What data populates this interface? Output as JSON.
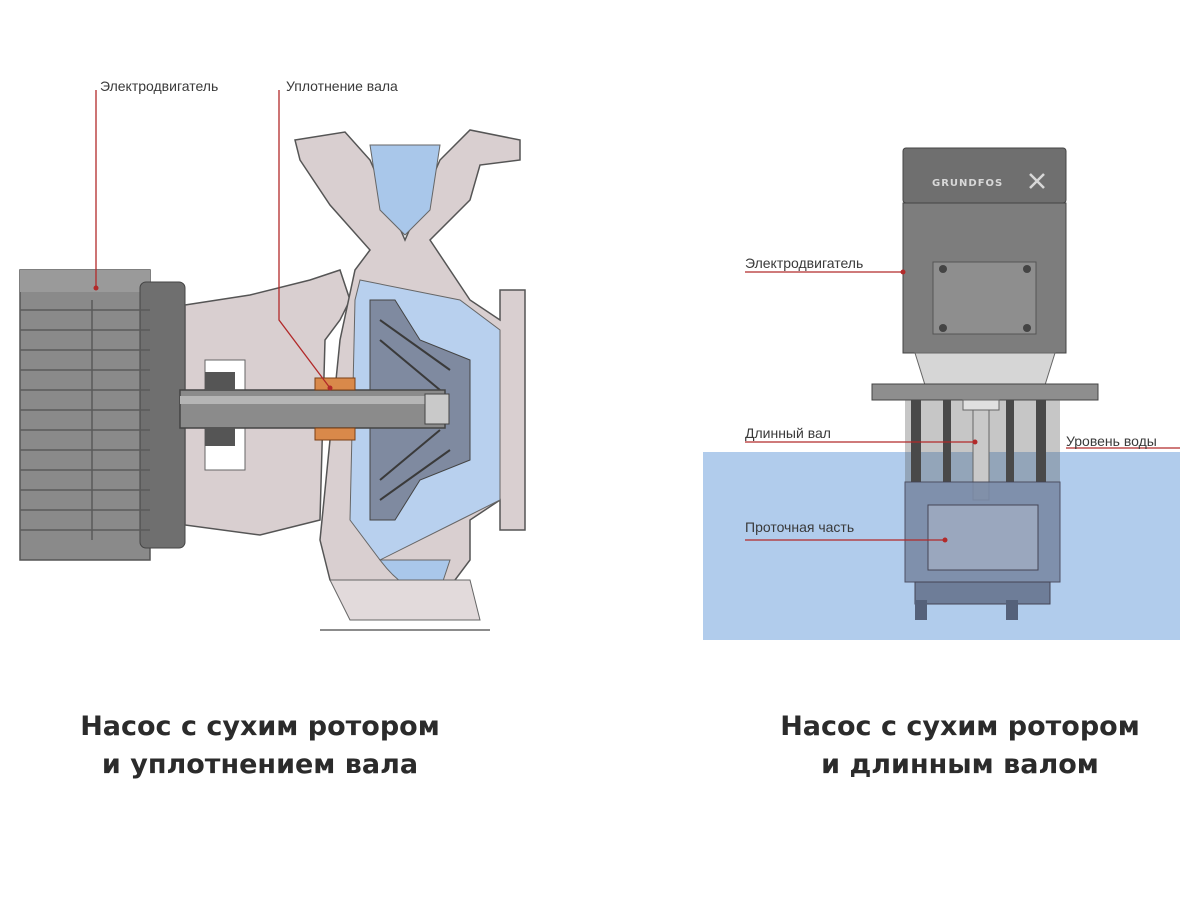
{
  "left_diagram": {
    "labels": {
      "motor": "Электродвигатель",
      "shaft_seal": "Уплотнение вала"
    },
    "caption_line1": "Насос с сухим ротором",
    "caption_line2": "и уплотнением вала"
  },
  "right_diagram": {
    "brand": "GRUNDFOS",
    "labels": {
      "motor": "Электродвигатель",
      "long_shaft": "Длинный вал",
      "water_level": "Уровень воды",
      "flow_part": "Проточная часть"
    },
    "caption_line1": "Насос с сухим ротором",
    "caption_line2": "и длинным валом"
  },
  "colors": {
    "leader_line": "#b22a2a",
    "housing": "#d9cfd0",
    "water": "#a9c7ea",
    "motor": "#7d7d7d"
  }
}
